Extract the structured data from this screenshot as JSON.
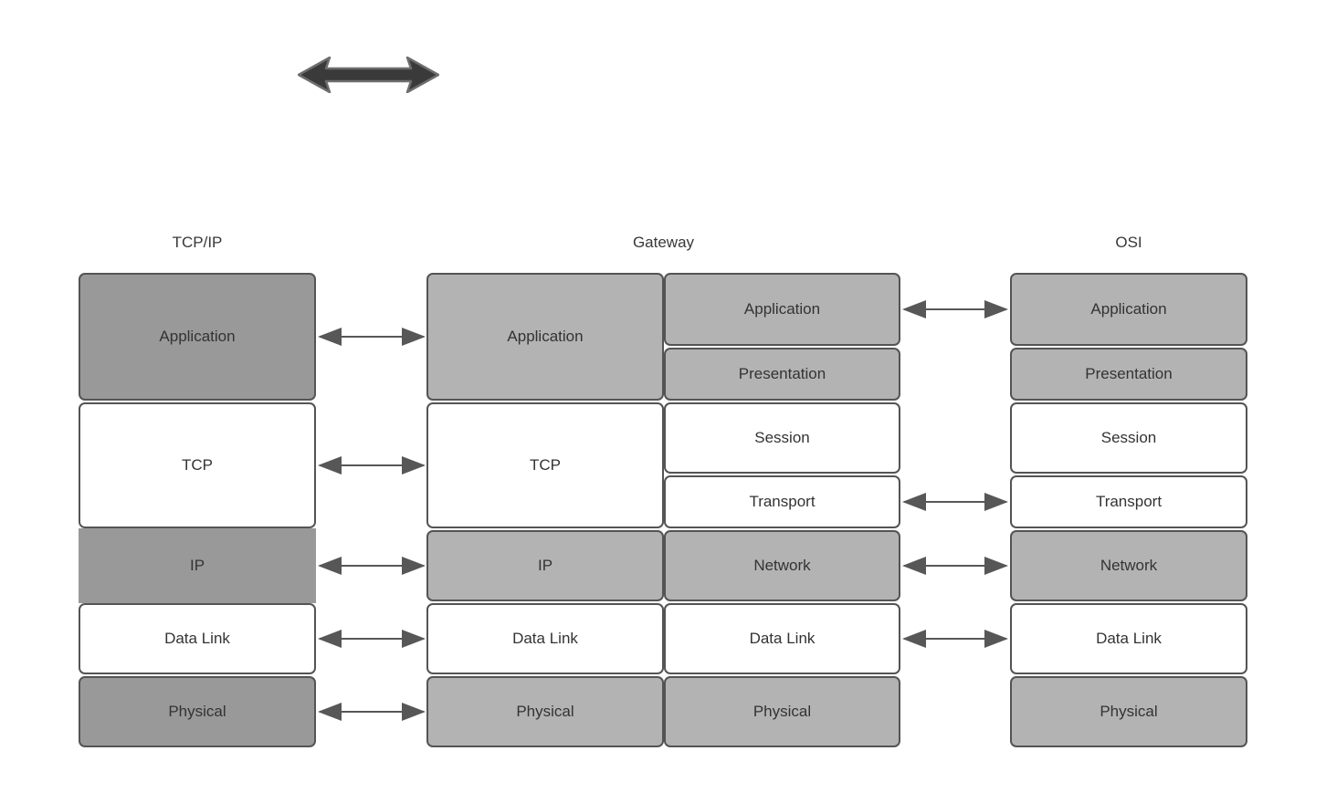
{
  "headers": {
    "tcpip": "TCP/IP",
    "gateway": "Gateway",
    "osi": "OSI"
  },
  "columns": {
    "tcpip": {
      "layers": [
        {
          "label": "Application",
          "shade": "dark"
        },
        {
          "label": "TCP",
          "shade": "white"
        },
        {
          "label": "IP",
          "shade": "dark"
        },
        {
          "label": "Data Link",
          "shade": "white"
        },
        {
          "label": "Physical",
          "shade": "dark"
        }
      ]
    },
    "gateway_left": {
      "layers": [
        {
          "label": "Application",
          "shade": "light"
        },
        {
          "label": "TCP",
          "shade": "white"
        },
        {
          "label": "IP",
          "shade": "light"
        },
        {
          "label": "Data Link",
          "shade": "white"
        },
        {
          "label": "Physical",
          "shade": "light"
        }
      ]
    },
    "gateway_right": {
      "layers": [
        {
          "label": "Application",
          "shade": "light"
        },
        {
          "label": "Presentation",
          "shade": "light"
        },
        {
          "label": "Session",
          "shade": "white"
        },
        {
          "label": "Transport",
          "shade": "white"
        },
        {
          "label": "Network",
          "shade": "light"
        },
        {
          "label": "Data Link",
          "shade": "white"
        },
        {
          "label": "Physical",
          "shade": "light"
        }
      ]
    },
    "osi": {
      "layers": [
        {
          "label": "Application",
          "shade": "light"
        },
        {
          "label": "Presentation",
          "shade": "light"
        },
        {
          "label": "Session",
          "shade": "white"
        },
        {
          "label": "Transport",
          "shade": "white"
        },
        {
          "label": "Network",
          "shade": "light"
        },
        {
          "label": "Data Link",
          "shade": "white"
        },
        {
          "label": "Physical",
          "shade": "light"
        }
      ]
    }
  },
  "icons": {
    "top_arrow": "double-headed-arrow"
  },
  "colors": {
    "background": "#ffffff",
    "box_dark": "#999999",
    "box_light": "#b3b3b3",
    "box_white": "#ffffff",
    "border": "#545454",
    "text": "#333333",
    "link_arrow": "#575757",
    "thick_arrow_fill": "#3a3a3a",
    "thick_arrow_stroke": "#6e6e6e"
  }
}
